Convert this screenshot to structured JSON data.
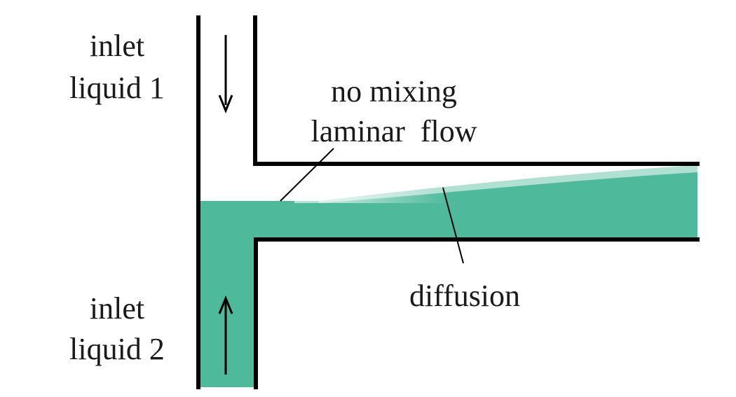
{
  "labels": {
    "inlet_1_line1": "inlet",
    "inlet_1_line2": "liquid 1",
    "inlet_2_line1": "inlet",
    "inlet_2_line2": "liquid 2",
    "no_mixing_line1": "no mixing",
    "no_mixing_line2": "laminar  flow",
    "diffusion": "diffusion"
  },
  "colors": {
    "liquid_2": "#4fba9b",
    "liquid_1": "#ffffff",
    "wall": "#000000"
  }
}
